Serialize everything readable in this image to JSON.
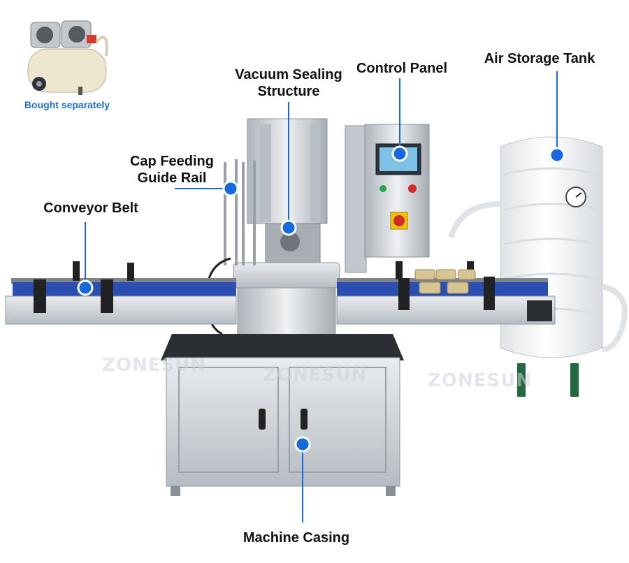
{
  "accessory": {
    "caption": "Bought separately",
    "icon": "air-compressor-icon"
  },
  "watermarks": [
    "ZONESUN",
    "ZONESUN",
    "ZONESUN"
  ],
  "callouts": {
    "vacuum": [
      "Vacuum Sealing",
      "Structure"
    ],
    "control": [
      "Control Panel"
    ],
    "tank": [
      "Air Storage Tank"
    ],
    "rail": [
      "Cap Feeding",
      "Guide Rail"
    ],
    "conveyor": [
      "Conveyor Belt"
    ],
    "casing": [
      "Machine Casing"
    ]
  },
  "colors": {
    "marker": "#1769e0",
    "leader": "#1769e0",
    "steel": "#c9ced4",
    "belt": "#2a4fb0",
    "insulation": "#f1f2f4"
  }
}
